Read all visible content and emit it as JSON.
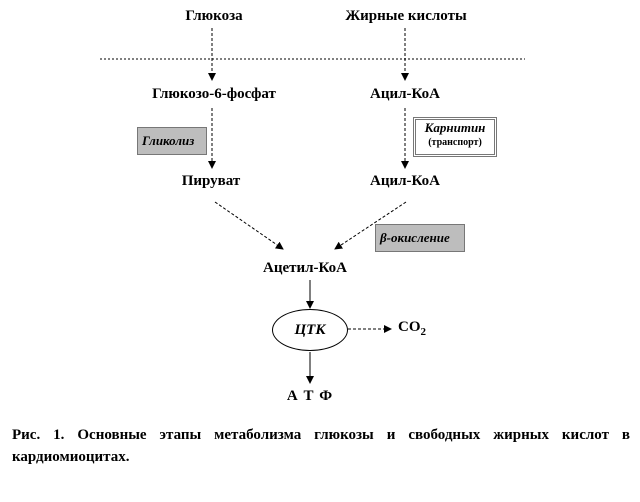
{
  "top": {
    "glucose": "Глюкоза",
    "fatty_acids": "Жирные кислоты"
  },
  "nodes": {
    "glucose6p": "Глюкозо-6-фосфат",
    "acyl_coa_1": "Ацил-КоА",
    "pyruvate": "Пируват",
    "acyl_coa_2": "Ацил-КоА",
    "acetyl_coa": "Ацетил-КоА",
    "tca": "ЦТК",
    "co2": "CO",
    "co2_sub": "2",
    "atp": "А Т Ф"
  },
  "processes": {
    "glycolysis": "Гликолиз",
    "carnitine": "Карнитин",
    "carnitine_sub": "(транспорт)",
    "beta_ox": "β-окисление"
  },
  "caption": "Рис. 1.  Основные этапы метаболизма глюкозы и свободных жирных кислот в кардиомиоцитах."
}
